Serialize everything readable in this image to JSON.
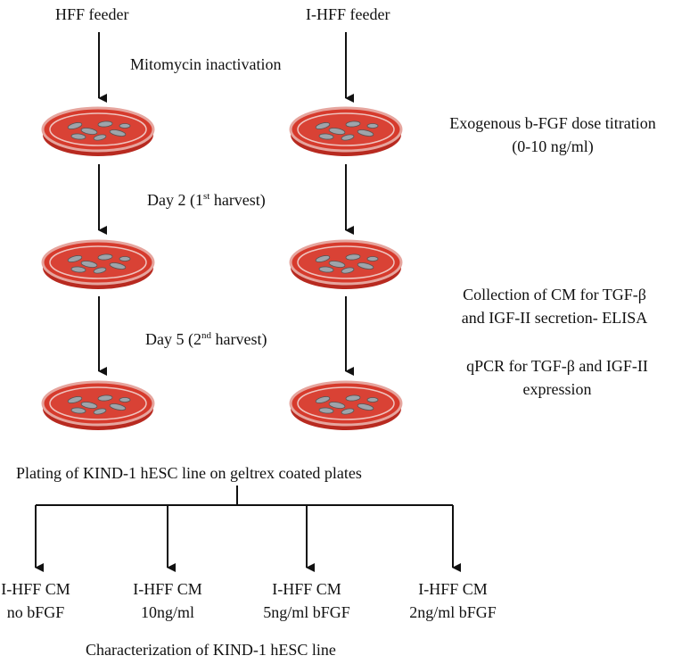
{
  "columns": {
    "left_title": "HFF feeder",
    "right_title": "I-HFF feeder"
  },
  "steps": {
    "inactivation": "Mitomycin inactivation",
    "harvest1": {
      "prefix": "Day 2 (1",
      "sup": "st",
      "suffix": " harvest)"
    },
    "harvest2": {
      "prefix": "Day 5 (2",
      "sup": "nd",
      "suffix": " harvest)"
    }
  },
  "side_notes": {
    "bfgf_line1": "Exogenous b-FGF dose titration",
    "bfgf_line2": "(0-10 ng/ml)",
    "cm_line1": "Collection of CM for TGF-β",
    "cm_line2": "and IGF-II secretion- ELISA",
    "qpcr_line1": "qPCR for TGF-β and IGF-II",
    "qpcr_line2": "expression"
  },
  "plating": "Plating of KIND-1 hESC line on geltrex coated plates",
  "conditions": [
    {
      "line1": "I-HFF CM",
      "line2": "no bFGF"
    },
    {
      "line1": "I-HFF CM",
      "line2": "10ng/ml"
    },
    {
      "line1": "I-HFF CM",
      "line2": "5ng/ml bFGF"
    },
    {
      "line1": "I-HFF CM",
      "line2": "2ng/ml bFGF"
    }
  ],
  "footer": "Characterization of KIND-1 hESC line",
  "colors": {
    "dish_medium": "#d63a2c",
    "dish_rim": "#e8a6a0",
    "cell": "#9aa0a6",
    "line": "#111111"
  }
}
